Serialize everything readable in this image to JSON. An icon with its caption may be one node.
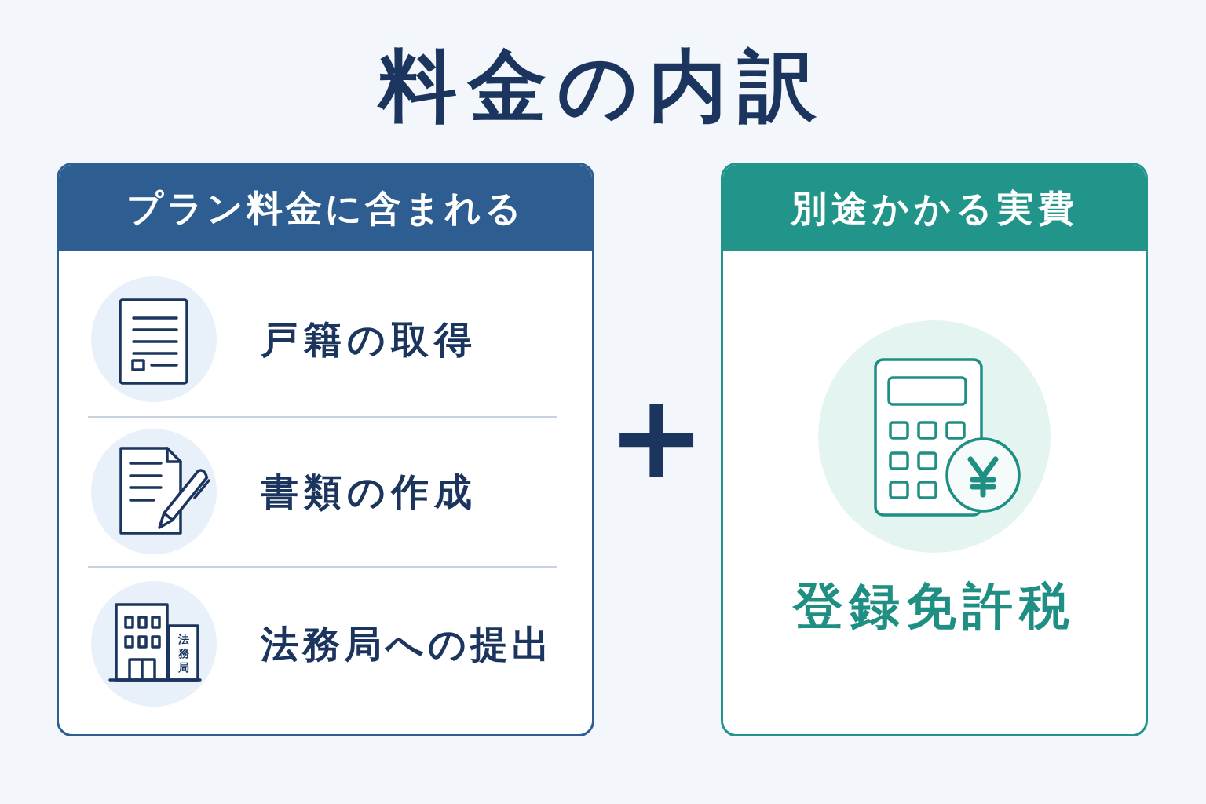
{
  "diagram": {
    "title": "料金の内訳",
    "nodes": [
      {
        "text": [
          "プラン料金に含まれる"
        ]
      },
      {
        "text": [
          "戸籍の取得"
        ],
        "in": 0
      },
      {
        "text": [
          "書類の作成"
        ],
        "in": 0
      },
      {
        "text": [
          "法務局への提出"
        ],
        "in": 0
      },
      {
        "text": [
          "別途かかる実費"
        ]
      },
      {
        "text": [
          "登録免許税"
        ],
        "in": 4
      }
    ],
    "labels": [
      "法務局",
      "+"
    ]
  }
}
